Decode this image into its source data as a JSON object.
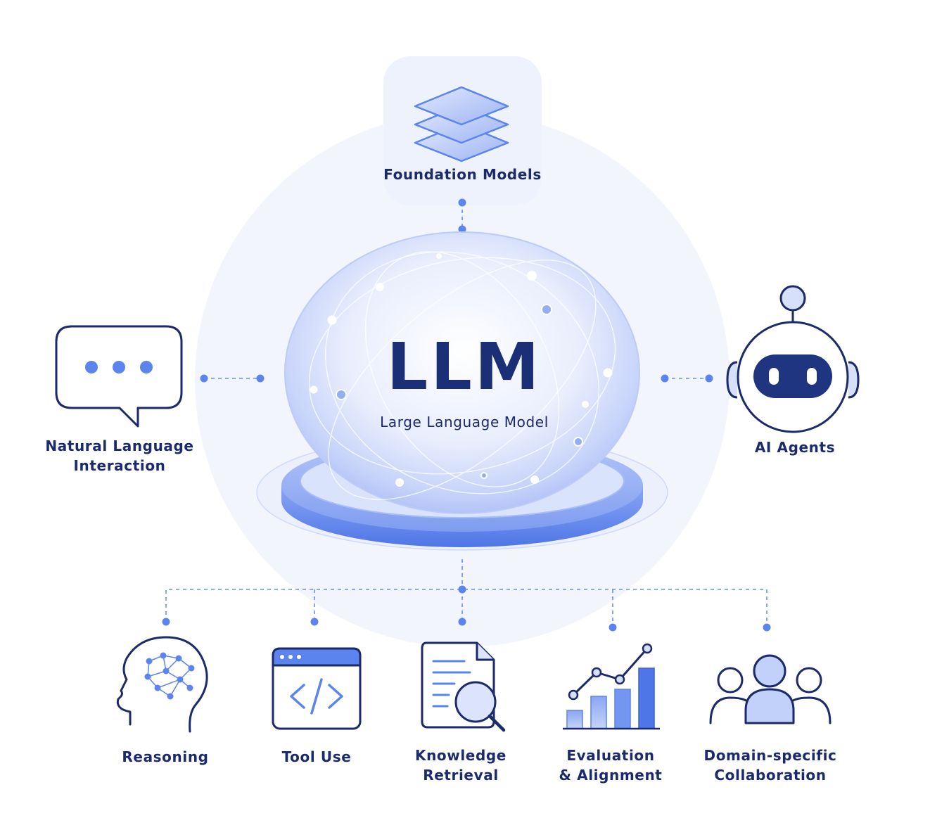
{
  "center": {
    "title": "LLM",
    "subtitle": "Large Language Model"
  },
  "nodes": {
    "foundation": {
      "label": "Foundation Models"
    },
    "natural_language": {
      "line1": "Natural Language",
      "line2": "Interaction"
    },
    "agents": {
      "label": "AI Agents"
    },
    "reasoning": {
      "label": "Reasoning"
    },
    "tool_use": {
      "label": "Tool Use"
    },
    "knowledge": {
      "line1": "Knowledge",
      "line2": "Retrieval"
    },
    "evaluation": {
      "line1": "Evaluation",
      "line2": "& Alignment"
    },
    "collaboration": {
      "line1": "Domain-specific",
      "line2": "Collaboration"
    }
  },
  "icons": {
    "foundation": "layers-stack-icon",
    "natural_language": "chat-bubble-icon",
    "agents": "robot-head-icon",
    "reasoning": "brain-network-icon",
    "tool_use": "code-window-icon",
    "knowledge": "document-search-icon",
    "evaluation": "bar-chart-trend-icon",
    "collaboration": "people-group-icon"
  },
  "colors": {
    "navy": "#1b2a6b",
    "accent": "#5b84ee",
    "light_blue": "#c9d6fb",
    "halo": "#f1f4fd"
  }
}
